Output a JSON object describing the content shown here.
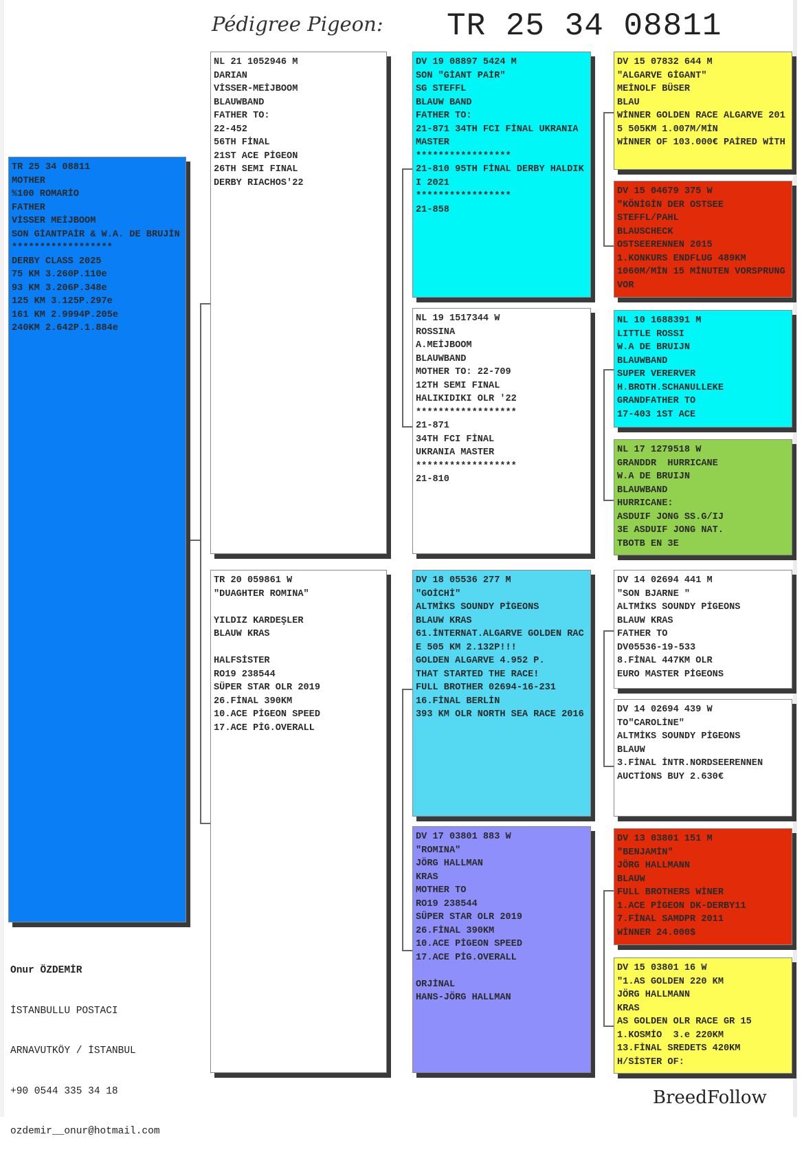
{
  "header": {
    "title": "Pédigree Pigeon:",
    "ring_number": "TR 25 34 08811"
  },
  "colors": {
    "blue": "#0a7ff5",
    "cyan": "#00f7f7",
    "light_cyan": "#55d8f2",
    "purple": "#8f8ffc",
    "yellow": "#fdfd55",
    "red": "#e22b08",
    "green": "#92d050",
    "white": "#ffffff"
  },
  "subject": {
    "text": "TR 25 34 08811\nMOTHER\n%100 ROMARİO\nFATHER\nVİSSER MEİJBOOM\nSON GİANTPAİR & W.A. DE BRUJİN\n******************\nDERBY CLASS 2025\n75 KM 3.260P.110e\n93 KM 3.206P.348e\n125 KM 3.125P.297e\n161 KM 2.9994P.205e\n240KM 2.642P.1.884e"
  },
  "parents": [
    {
      "text": "NL 21 1052946 M\nDARIAN\nVİSSER-MEİJBOOM\nBLAUWBAND\nFATHER TO:\n22-452\n56TH FİNAL\n21ST ACE PİGEON\n26TH SEMI FINAL\nDERBY RIACHOS'22"
    },
    {
      "text": "TR 20 059861 W\n\"DUAGHTER ROMINA\"\n\nYILDIZ KARDEŞLER\nBLAUW KRAS\n\nHALFSİSTER\nRO19 238544\nSÜPER STAR OLR 2019\n26.FİNAL 390KM\n10.ACE PİGEON SPEED\n17.ACE PİG.OVERALL"
    }
  ],
  "grandparents": [
    {
      "text": "DV 19 08897 5424 M\nSON \"GİANT PAİR\"\nSG STEFFL\nBLAUW BAND\nFATHER TO:\n21-871 34TH FCI FİNAL UKRANIA MASTER\n*****************\n21-810 95TH FİNAL DERBY HALDIKI 2021\n*****************\n21-858"
    },
    {
      "text": "NL 19 1517344 W\nROSSINA\nA.MEİJBOOM\nBLAUWBAND\nMOTHER TO: 22-709\n12TH SEMI FINAL\nHALIKIDIKI OLR '22\n******************\n21-871\n34TH FCI FİNAL\nUKRANIA MASTER\n******************\n21-810"
    },
    {
      "text": "DV 18 05536 277 M\n\"GOİCHİ\"\nALTMİKS SOUNDY PİGEONS\nBLAUW KRAS\n61.İNTERNAT.ALGARVE GOLDEN RACE 505 KM 2.132P!!!\nGOLDEN ALGARVE 4.952 P.\nTHAT STARTED THE RACE!\nFULL BROTHER 02694-16-231\n16.FİNAL BERLİN\n393 KM OLR NORTH SEA RACE 2016"
    },
    {
      "text": "DV 17 03801 883 W\n\"ROMINA\"\nJÖRG HALLMAN\nKRAS\nMOTHER TO\nRO19 238544\nSÜPER STAR OLR 2019\n26.FİNAL 390KM\n10.ACE PİGEON SPEED\n17.ACE PİG.OVERALL\n\nORJİNAL\nHANS-JÖRG HALLMAN"
    }
  ],
  "great_grandparents": [
    {
      "text": "DV 15 07832 644 M\n\"ALGARVE GİGANT\"\nMEİNOLF BÜSER\nBLAU\nWİNNER GOLDEN RACE ALGARVE 2015 505KM 1.007M/MİN\nWİNNER OF 103.000€ PAİRED WİTH"
    },
    {
      "text": "DV 15 04679 375 W\n\"KÖNİGİN DER OSTSEE\nSTEFFL/PAHL\nBLAUSCHECK\nOSTSEERENNEN 2015\n1.KONKURS ENDFLUG 489KM\n1060M/MİN 15 MİNUTEN VORSPRUNG VOR"
    },
    {
      "text": "NL 10 1688391 M\nLITTLE ROSSI\nW.A DE BRUIJN\nBLAUWBAND\nSUPER VERERVER\nH.BROTH.SCHANULLEKE\nGRANDFATHER TO\n17-403 1ST ACE"
    },
    {
      "text": "NL 17 1279518 W\nGRANDDR  HURRICANE\nW.A DE BRUIJN\nBLAUWBAND\nHURRICANE:\nASDUIF JONG SS.G/IJ\n3E ASDUIF JONG NAT.\nTBOTB EN 3E"
    },
    {
      "text": "DV 14 02694 441 M\n\"SON BJARNE \"\nALTMİKS SOUNDY PİGEONS\nBLAUW KRAS\nFATHER TO\nDV05536-19-533\n8.FİNAL 447KM OLR\nEURO MASTER PİGEONS"
    },
    {
      "text": "DV 14 02694 439 W\nTO\"CAROLİNE\"\nALTMİKS SOUNDY PİGEONS\nBLAUW\n3.FİNAL İNTR.NORDSEERENNEN\nAUCTİONS BUY 2.630€"
    },
    {
      "text": "DV 13 03801 151 M\n\"BENJAMİN\"\nJÖRG HALLMANN\nBLAUW\nFULL BROTHERS WİNER\n1.ACE PİGEON DK-DERBY11\n7.FİNAL SAMDPR 2011\nWİNNER 24.000$"
    },
    {
      "text": "DV 15 03801 16 W\n\"1.AS GOLDEN 220 KM\nJÖRG HALLMANN\nKRAS\nAS GOLDEN OLR RACE GR 15\n1.KOSMİO  3.e 220KM\n13.FİNAL SREDETS 420KM\nH/SİSTER OF:"
    }
  ],
  "contact": {
    "name": "Onur ÖZDEMİR",
    "company": "İSTANBULLU POSTACI",
    "location": "ARNAVUTKÖY / İSTANBUL",
    "phone": "+90 0544 335 34 18",
    "email": "ozdemir__onur@hotmail.com"
  },
  "brand": "BreedFollow"
}
